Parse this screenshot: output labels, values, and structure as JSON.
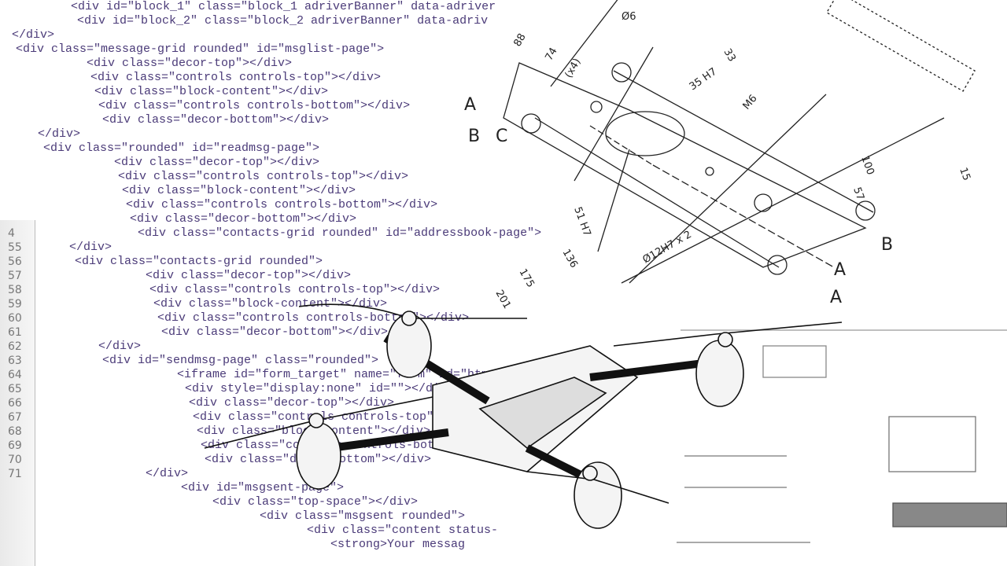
{
  "code_lines": [
    "<div id=\"block_1\" class=\"block_1 adriverBanner\" data-adriver",
    "<div id=\"block_2\" class=\"block_2 adriverBanner\" data-adriv",
    "</div>",
    "<div class=\"message-grid rounded\" id=\"msglist-page\">",
    "<div class=\"decor-top\"></div>",
    "<div class=\"controls controls-top\"></div>",
    "<div class=\"block-content\"></div>",
    "<div class=\"controls controls-bottom\"></div>",
    "<div class=\"decor-bottom\"></div>",
    "</div>",
    "<div class=\"rounded\" id=\"readmsg-page\">",
    "<div class=\"decor-top\"></div>",
    "<div class=\"controls controls-top\"></div>",
    "<div class=\"block-content\"></div>",
    "<div class=\"controls controls-bottom\"></div>",
    "<div class=\"decor-bottom\"></div>",
    "<div class=\"contacts-grid rounded\" id=\"addressbook-page\">",
    "</div>",
    "<div class=\"contacts-grid rounded\">",
    "<div class=\"decor-top\"></div>",
    "<div class=\"controls controls-top\"></div>",
    "<div class=\"block-content\"></div>",
    "<div class=\"controls controls-bottom\"></div>",
    "<div class=\"decor-bottom\"></div>",
    "</div>",
    "<div id=\"sendmsg-page\" class=\"rounded\">",
    "<iframe id=\"form_target\" name=\"form\" id=\"htm",
    "<div style=\"display:none\" id=\"\"></div>",
    "<div class=\"decor-top\"></div>",
    "<div class=\"controls controls-top\"></div>",
    "<div class=\"block-content\"></div>",
    "<div class=\"controls controls-bottom\"></div>",
    "<div class=\"decor-bottom\"></div>",
    "</div>",
    "<div id=\"msgsent-page\">",
    "<div class=\"top-space\"></div>",
    "<div class=\"msgsent rounded\">",
    "<div class=\"content status-",
    "<strong>Your messag"
  ],
  "line_numbers": [
    "4",
    "55",
    "56",
    "57",
    "58",
    "59",
    "60",
    "61",
    "62",
    "63",
    "64",
    "65",
    "66",
    "67",
    "68",
    "69",
    "70",
    "71"
  ],
  "drawing_labels": [
    "88",
    "74",
    "(x4)",
    "Ø6",
    "33",
    "35 H7",
    "M6",
    "A",
    "B",
    "C",
    "100",
    "57",
    "15",
    "51 H7",
    "136",
    "175",
    "201",
    "Ø12H7 x 2",
    "A",
    "B",
    "A"
  ]
}
